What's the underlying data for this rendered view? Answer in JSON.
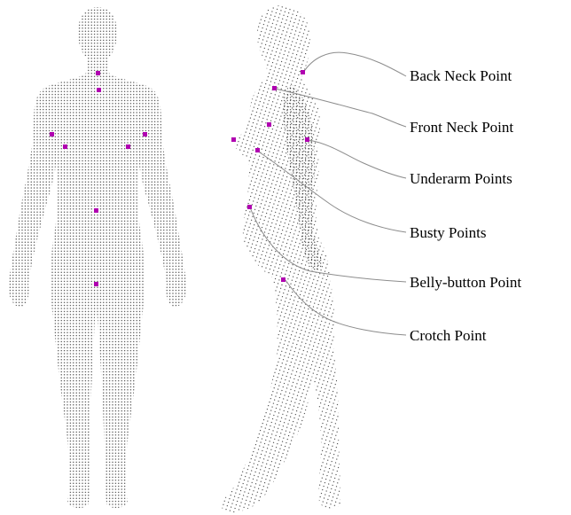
{
  "colors": {
    "landmark": "#b000b0",
    "leader_line": "#8c8c8c",
    "point_cloud": "#000000"
  },
  "labels": [
    {
      "id": "back-neck",
      "text": "Back Neck Point"
    },
    {
      "id": "front-neck",
      "text": "Front Neck Point"
    },
    {
      "id": "underarm",
      "text": "Underarm Points"
    },
    {
      "id": "busty",
      "text": "Busty Points"
    },
    {
      "id": "belly-button",
      "text": "Belly-button Point"
    },
    {
      "id": "crotch",
      "text": "Crotch Point"
    }
  ]
}
